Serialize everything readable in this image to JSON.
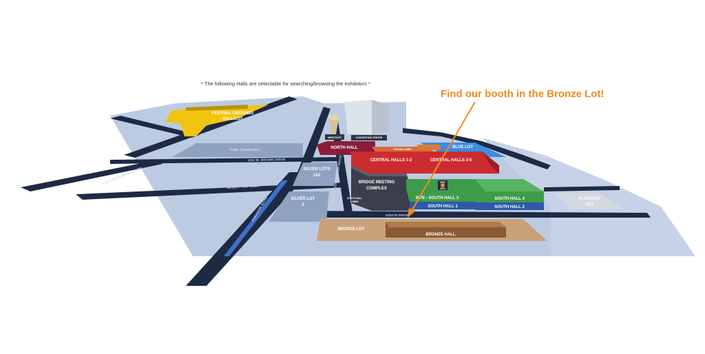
{
  "note": "* The following Halls are selectable for searching/browsing the exhibitors *",
  "callout": "Find our booth in the Bronze Lot!",
  "colors": {
    "ground": "#bccbe2",
    "road": "#1e2a44",
    "festival": "#f1c40f",
    "north_hall": "#8a1d3a",
    "central": "#cc2c30",
    "south_hall": "#3e9b4a",
    "south_lower": "#2d5aa8",
    "bronze_lot": "#c9a27a",
    "bronze_hall": "#8a5a34",
    "blue_lot": "#3b8de0",
    "accent": "#f28a1d"
  },
  "areas": {
    "festival": [
      "FESTIVAL GROUNDS",
      "HALL/LOT"
    ],
    "under_construction": "Under Construction",
    "north_hall": "NORTH HALL",
    "central_1_2": "CENTRAL HALLS 1-2",
    "central_3_5": "CENTRAL HALLS 3-5",
    "blue_lot": "BLUE LOT",
    "grand_lobby": "GRAND LOBBY",
    "silver_lots_1_2": [
      "SILVER LOTS",
      "1&2"
    ],
    "silver_lot_3": [
      "SILVER LOT",
      "3"
    ],
    "bridge_meeting": [
      "BRIDGE MEETING",
      "COMPLEX"
    ],
    "ifpe_south_hall_3": "IFPE - SOUTH HALL 3",
    "south_hall_1": "SOUTH HALL 1",
    "south_hall_4": "SOUTH HALL 4",
    "south_hall_2": "SOUTH HALL 2",
    "platinum_lot": [
      "PLATINUM",
      "LOT"
    ],
    "bronze_lot": "BRONZE LOT",
    "bronze_hall": "BRONZE HALL",
    "westgate": "WESTGATE",
    "convention_center": "CONVENTION CENTER",
    "south_hall_lobby": [
      "SOUTH HALL",
      "LOBBY"
    ],
    "ifpe_logo": [
      "IFPE",
      "2020"
    ]
  },
  "roads": {
    "las_vegas_blvd": "LAS VEGAS BOULEVARD",
    "paradise_road": "PARADISE ROAD",
    "desert_inn_road": "DESERT INN ROAD",
    "convention_center_drive": "CONVENTION CENTER DRIVE",
    "south_drive": "SOUTH DRIVE",
    "sands_ave": "JOE W. BROWN DRIVE"
  }
}
